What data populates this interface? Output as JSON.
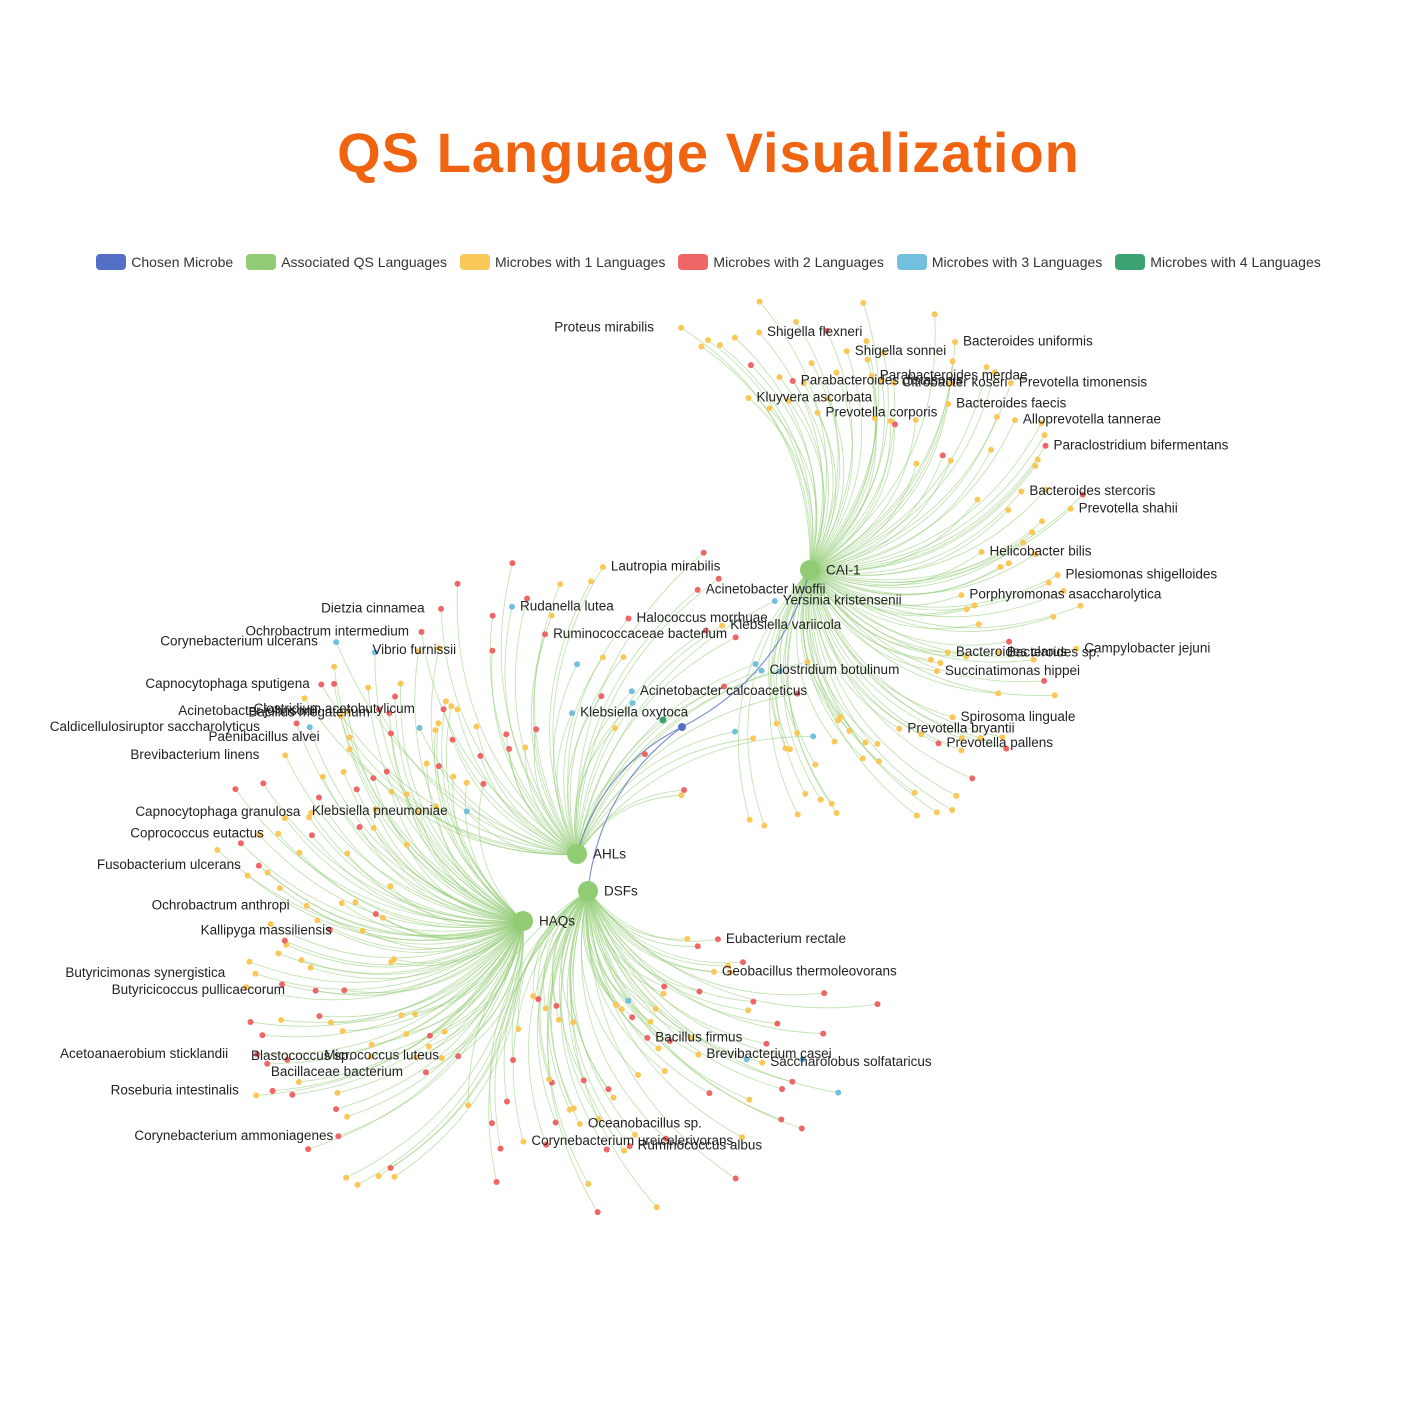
{
  "title": "QS Language Visualization",
  "colors": {
    "title": "#f06310",
    "chosen": "#5470c6",
    "language": "#91cc75",
    "one": "#fac858",
    "two": "#ee6666",
    "three": "#73c0de",
    "four": "#3ba272",
    "edge": "#91cc75",
    "chosen_edge": "#5470c6"
  },
  "legend": [
    {
      "label": "Chosen Microbe",
      "color_key": "chosen"
    },
    {
      "label": "Associated QS Languages",
      "color_key": "language"
    },
    {
      "label": "Microbes with 1 Languages",
      "color_key": "one"
    },
    {
      "label": "Microbes with 2 Languages",
      "color_key": "two"
    },
    {
      "label": "Microbes with 3 Languages",
      "color_key": "three"
    },
    {
      "label": "Microbes with 4 Languages",
      "color_key": "four"
    }
  ],
  "languages": [
    "CAI-1",
    "AHLs",
    "DSFs",
    "HAQs"
  ],
  "chosen_links": [
    "CAI-1",
    "AHLs",
    "DSFs"
  ],
  "labels": {
    "CAI-1": [
      "Proteus mirabilis",
      "Kluyvera ascorbata",
      "Shigella flexneri",
      "Parabacteroides distasonis",
      "Prevotella corporis",
      "Shigella sonnei",
      "Parabacteroides merdae",
      "Citrobacter koseri",
      "Bacteroides uniformis",
      "Bacteroides faecis",
      "Prevotella timonensis",
      "Alloprevotella tannerae",
      "Paraclostridium bifermentans",
      "Bacteroides stercoris",
      "Prevotella shahii",
      "Helicobacter bilis",
      "Plesiomonas shigelloides",
      "Porphyromonas asaccharolytica",
      "Campylobacter jejuni",
      "Bacteroides sp.",
      "Bacteroides clarus",
      "Succinatimonas hippei",
      "Spirosoma linguale",
      "Prevotella pallens",
      "Prevotella bryantii"
    ],
    "AHLs": [
      "Klebsiella pneumoniae",
      "Paenibacillus alvei",
      "Capnocytophaga sputigena",
      "Corynebacterium ulcerans",
      "Clostridium acetobutylicum",
      "Ochrobactrum intermedium",
      "Dietzia cinnamea",
      "Vibrio furnissii",
      "Rudanella lutea",
      "Ruminococcaceae bacterium",
      "Klebsiella oxytoca",
      "Lautropia mirabilis",
      "Halococcus morrhuae",
      "Acinetobacter calcoaceticus",
      "Acinetobacter lwoffii",
      "Klebsiella variicola",
      "Yersinia kristensenii",
      "Clostridium botulinum"
    ],
    "HAQs": [
      "Micrococcus luteus",
      "Bacillaceae bacterium",
      "Corynebacterium ammoniagenes",
      "Blastococcus sp.",
      "Roseburia intestinalis",
      "Acetoanaerobium sticklandii",
      "Butyricicoccus pullicaecorum",
      "Butyricimonas synergistica",
      "Kallipyga massiliensis",
      "Ochrobactrum anthropi",
      "Fusobacterium ulcerans",
      "Coprococcus eutactus",
      "Capnocytophaga granulosa",
      "Brevibacterium linens",
      "Caldicellulosiruptor saccharolyticus",
      "Acinetobacter johnsonii",
      "Bacillus megaterium"
    ],
    "DSFs": [
      "Eubacterium rectale",
      "Geobacillus thermoleovorans",
      "Saccharolobus solfataricus",
      "Brevibacterium casei",
      "Bacillus firmus",
      "Ruminococcus albus",
      "Oceanobacillus sp.",
      "Corynebacterium ureicelerivorans"
    ]
  }
}
